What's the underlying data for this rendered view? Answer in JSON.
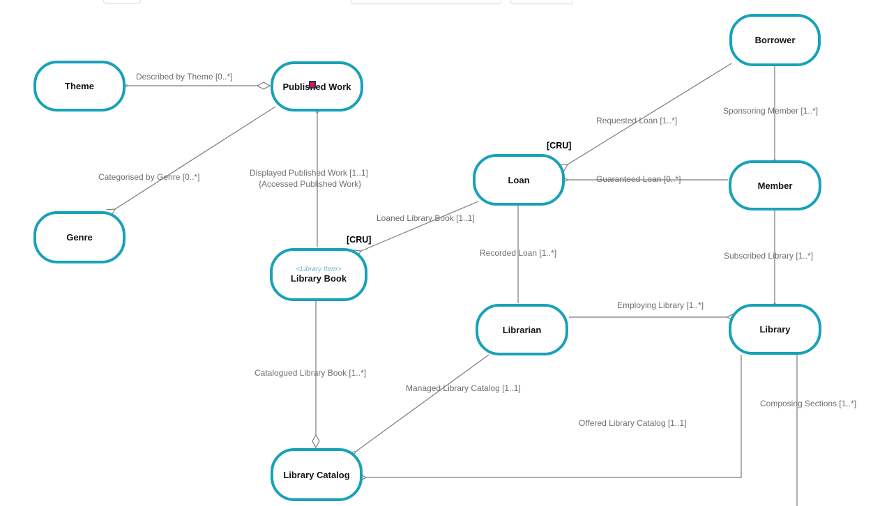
{
  "diagram": {
    "nodes": [
      {
        "id": "theme",
        "label": "Theme"
      },
      {
        "id": "published-work",
        "label": "Published Work"
      },
      {
        "id": "genre",
        "label": "Genre"
      },
      {
        "id": "library-book",
        "label": "Library Book",
        "stereotype": "<Library Item>"
      },
      {
        "id": "loan",
        "label": "Loan"
      },
      {
        "id": "borrower",
        "label": "Borrower"
      },
      {
        "id": "member",
        "label": "Member"
      },
      {
        "id": "library",
        "label": "Library"
      },
      {
        "id": "librarian",
        "label": "Librarian"
      },
      {
        "id": "library-catalog",
        "label": "Library Catalog"
      }
    ],
    "edge_labels": [
      {
        "text": "Described by Theme [0..*]"
      },
      {
        "text": "Categorised by Genre [0..*]"
      },
      {
        "text": "Displayed Published Work [1..1]"
      },
      {
        "text": "{Accessed Published Work}"
      },
      {
        "text": "Loaned Library Book [1..1]"
      },
      {
        "text": "Requested Loan [1..*]"
      },
      {
        "text": "Sponsoring Member [1..*]"
      },
      {
        "text": "Guaranteed Loan [0..*]"
      },
      {
        "text": "Subscribed Library [1..*]"
      },
      {
        "text": "Recorded Loan [1..*]"
      },
      {
        "text": "Employing Library [1..*]"
      },
      {
        "text": "Catalogued Library Book [1..*]"
      },
      {
        "text": "Managed Library Catalog [1..1]"
      },
      {
        "text": "Offered Library Catalog [1..1]"
      },
      {
        "text": "Composing Sections [1..*]"
      }
    ],
    "constraint_badges": [
      {
        "text": "[CRU]"
      },
      {
        "text": "[CRU]"
      }
    ],
    "colors": {
      "node_border": "#17a2b8",
      "edge": "#7a7a7a",
      "label": "#6f6f6f",
      "stereotype": "#74afc9",
      "marker_red": "#e02020",
      "marker_blue": "#2a2a7a"
    }
  }
}
